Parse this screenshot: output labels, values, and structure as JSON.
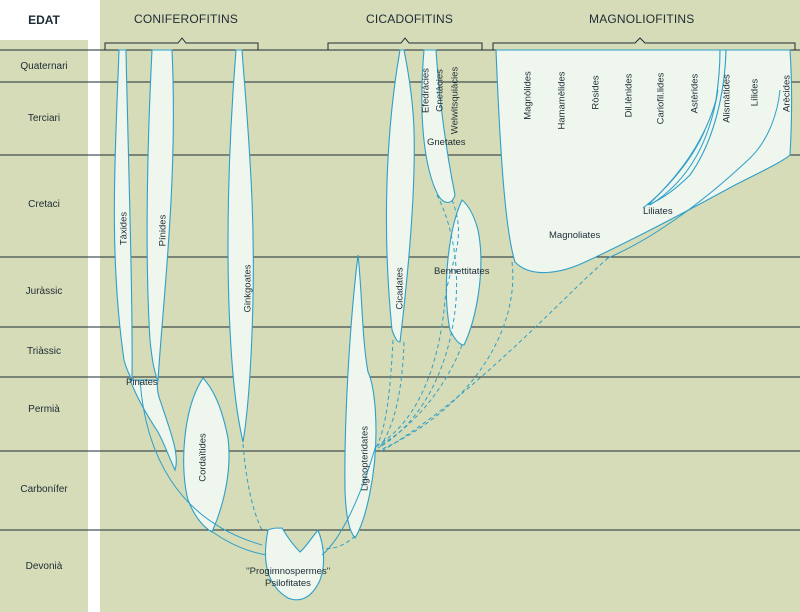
{
  "header": {
    "edat": "EDAT"
  },
  "eras": [
    "Quaternari",
    "Terciari",
    "Cretaci",
    "Juràssic",
    "Triàssic",
    "Permià",
    "Carbonífer",
    "Devonià"
  ],
  "groups": {
    "coniferofitins": "CONIFEROFITINS",
    "cicadofitins": "CICADOFITINS",
    "magnoliofitins": "MAGNOLIOFITINS"
  },
  "taxa": {
    "taxides": "Tàxides",
    "pinides": "Pínides",
    "ginkgoates": "Ginkgoates",
    "pinates": "Pinates",
    "cordaitides": "Cordaïtides",
    "lignopteridates": "Lignopteridates",
    "cicadates": "Cicadates",
    "efedracies": "Efedràcies",
    "gnetacies": "Gnetàcies",
    "welwitsquiacies": "Welwitsquiàcies",
    "gnetates": "Gnetates",
    "bennettitates": "Bennettitates",
    "magnoliates": "Magnoliates",
    "liliates": "Liliates",
    "magnolides": "Magnòlides",
    "hamamelides": "Hamamèlides",
    "rosides": "Ròsides",
    "dillenides": "Dil.lènides",
    "cariofil_lides": "Cariofil.lides",
    "asterides": "Astèrides",
    "alismatides": "Alismàtides",
    "lilides": "Lílides",
    "arecides": "Arècides",
    "progimnospermes": "''Progimnospermes''",
    "psilofitates": "Psilofitates"
  },
  "colors": {
    "background": "#d6dcb8",
    "shape_fill": "#eef6ee",
    "stroke": "#2e9fc9",
    "rule": "#1d2b33"
  }
}
